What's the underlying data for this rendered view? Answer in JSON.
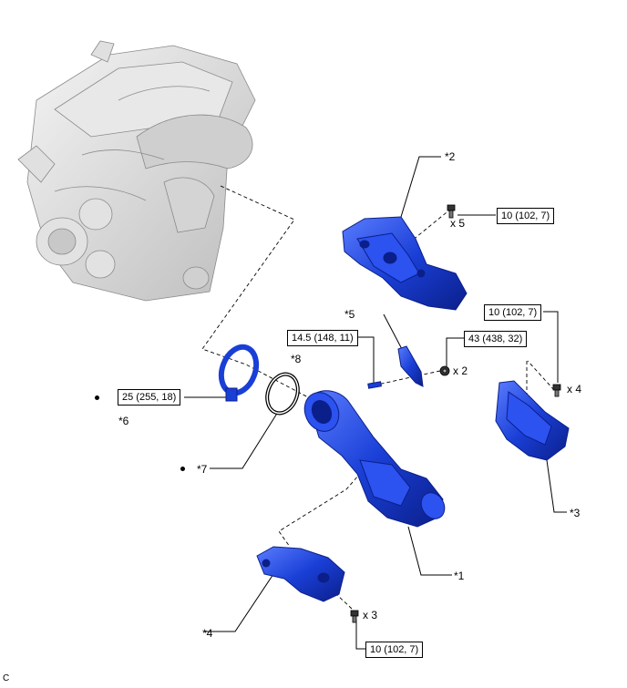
{
  "callouts": {
    "p1": "*1",
    "p2": "*2",
    "p3": "*3",
    "p4": "*4",
    "p5": "*5",
    "p6": "*6",
    "p7": "*7",
    "p8": "*8"
  },
  "torques": {
    "t_top": "10 (102, 7)",
    "t_right": "10 (102, 7)",
    "t_bottom": "10 (102, 7)",
    "t_sensor": "14.5 (148, 11)",
    "t_nut": "43 (438, 32)",
    "t_clamp": "25 (255, 18)"
  },
  "quantities": {
    "q_top": "x 5",
    "q_nut": "x 2",
    "q_right": "x 4",
    "q_bottom": "x 3"
  },
  "corner_code": "C",
  "colors": {
    "part_blue": "#1a3fd6",
    "part_blue_dark": "#0b1f8a",
    "part_blue_light": "#5a7cff",
    "engine_gray": "#d8d8d8"
  }
}
